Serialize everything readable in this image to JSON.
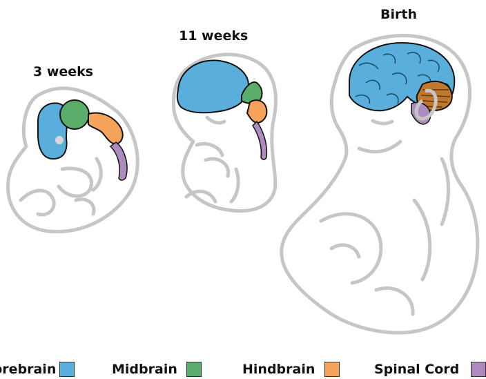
{
  "stages": [
    {
      "label": "3 weeks"
    },
    {
      "label": "11 weeks"
    },
    {
      "label": "Birth"
    }
  ],
  "legend": [
    {
      "label": "Forebrain",
      "color": "#5aaedb"
    },
    {
      "label": "Midbrain",
      "color": "#5aad6a"
    },
    {
      "label": "Hindbrain",
      "color": "#f5a25a"
    },
    {
      "label": "Spinal Cord",
      "color": "#ad8bbf"
    }
  ],
  "colors": {
    "outline": "#c6c6c6",
    "cerebellum": "#c0782c"
  }
}
